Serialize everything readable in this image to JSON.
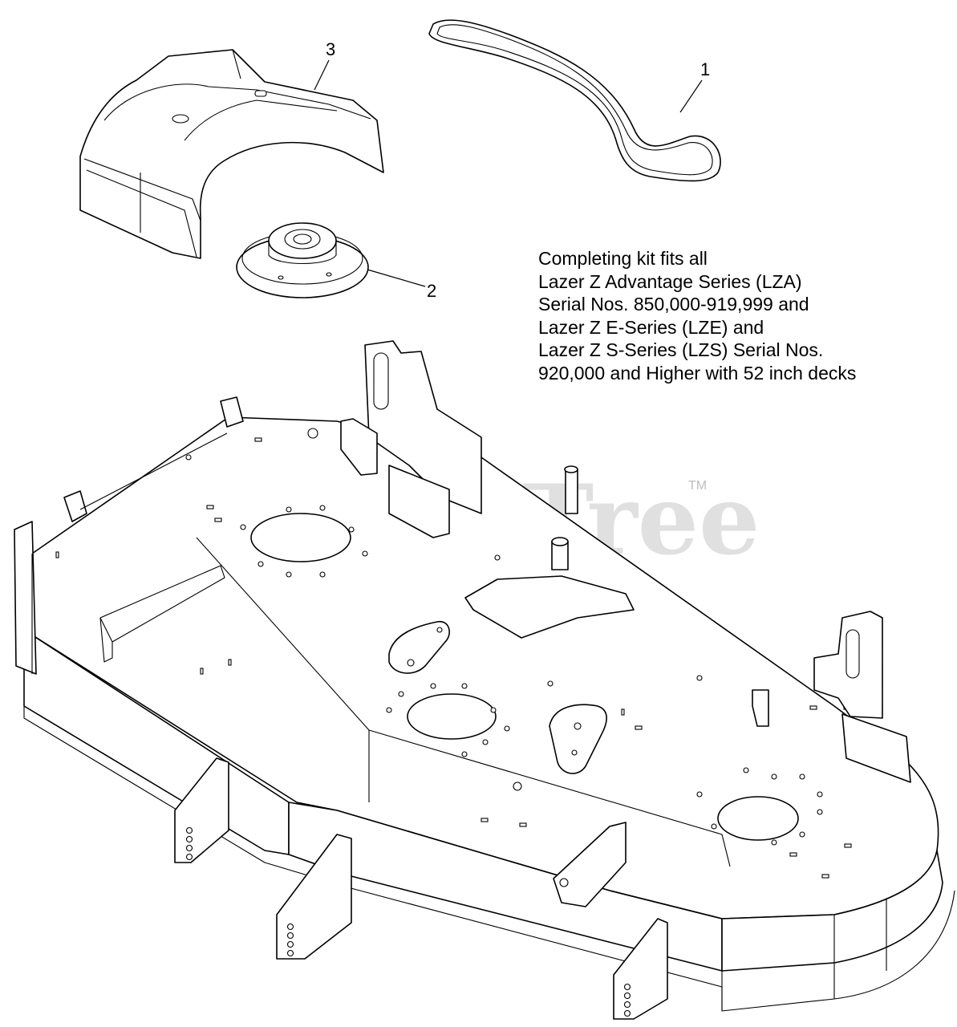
{
  "watermark": {
    "text": "PartsTree",
    "tm": "TM"
  },
  "callouts": [
    {
      "number": "1",
      "part": "belt"
    },
    {
      "number": "2",
      "part": "idler-pulley"
    },
    {
      "number": "3",
      "part": "belt-cover"
    }
  ],
  "note": {
    "lines": [
      "Completing kit fits all",
      "Lazer Z Advantage Series (LZA)",
      "Serial Nos. 850,000-919,999 and",
      "Lazer Z E-Series (LZE) and",
      "Lazer Z S-Series (LZS) Serial Nos.",
      "920,000 and Higher with 52 inch decks"
    ]
  }
}
